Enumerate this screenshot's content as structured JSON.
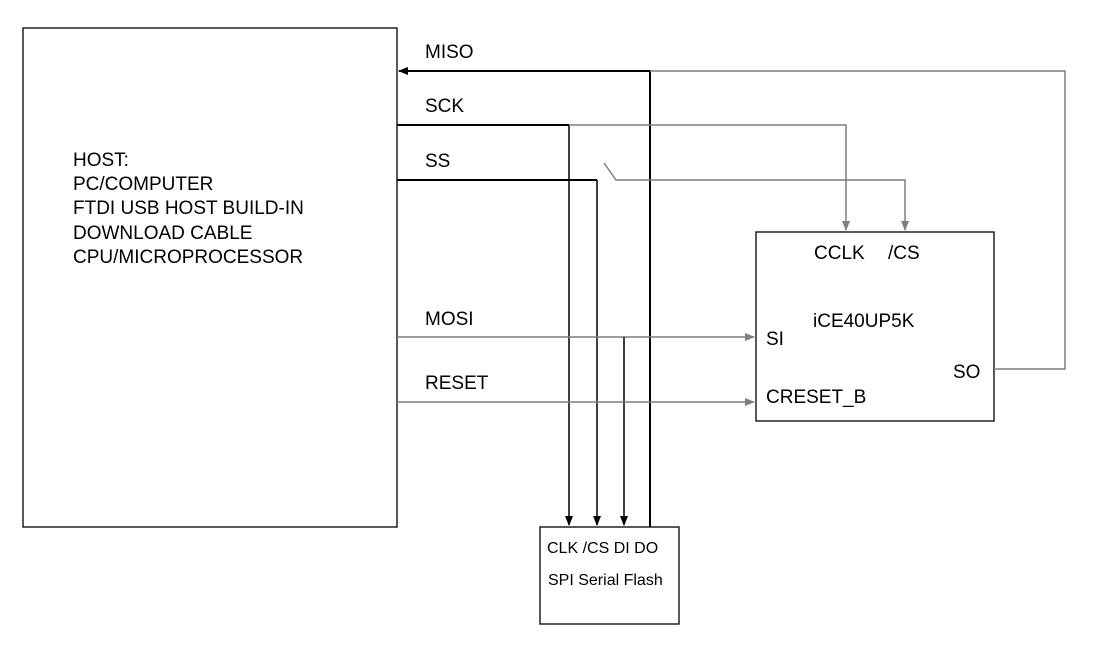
{
  "host": {
    "lines": [
      "HOST:",
      "PC/COMPUTER",
      "FTDI USB HOST BUILD-IN",
      "DOWNLOAD CABLE",
      "CPU/MICROPROCESSOR"
    ]
  },
  "signals": {
    "miso": "MISO",
    "sck": "SCK",
    "ss": "SS",
    "mosi": "MOSI",
    "reset": "RESET"
  },
  "fpga": {
    "name": "iCE40UP5K",
    "pins": {
      "cclk": "CCLK",
      "cs": "/CS",
      "si": "SI",
      "so": "SO",
      "creset": "CRESET_B"
    }
  },
  "flash": {
    "name": "SPI Serial Flash",
    "pins_label": "CLK /CS DI DO"
  },
  "colors": {
    "dark_line": "#000000",
    "gray_line": "#7f7f7f"
  }
}
